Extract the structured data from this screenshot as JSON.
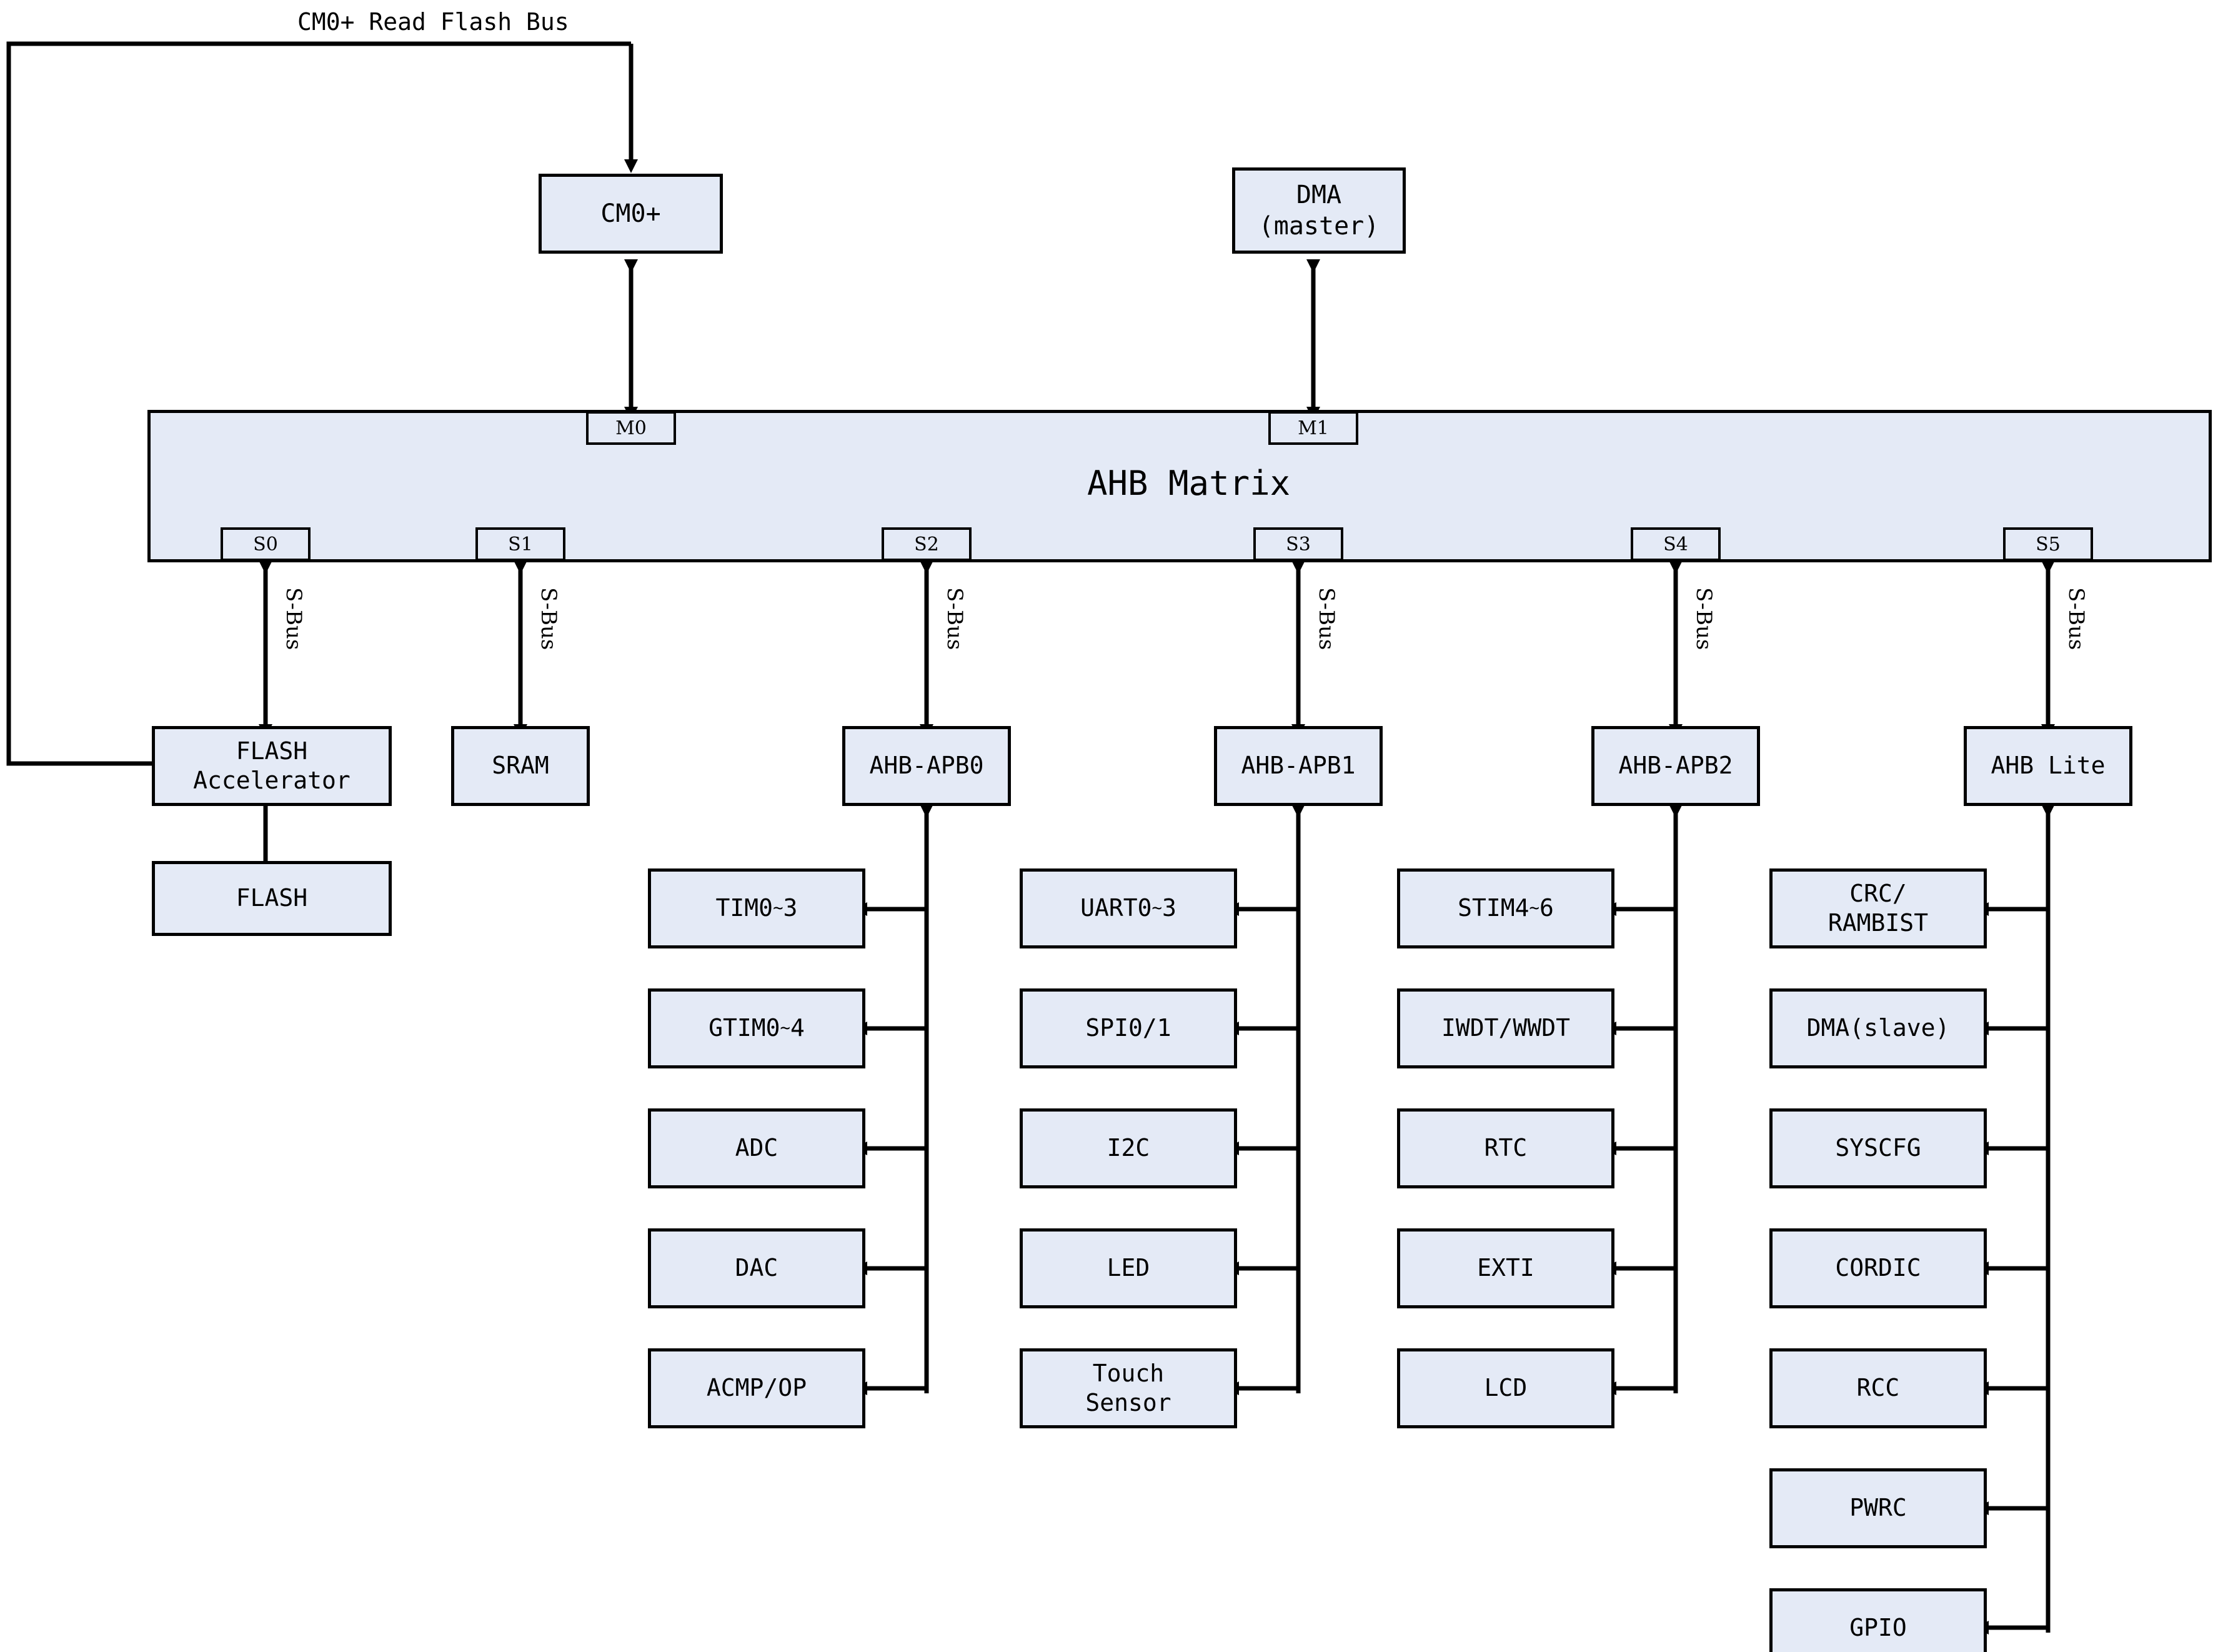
{
  "diagram": {
    "title_label": "CM0+ Read Flash Bus",
    "matrix": {
      "label": "AHB Matrix"
    },
    "colors": {
      "block_fill": "#e4eaf6",
      "block_stroke": "#000000",
      "page_background": "#ffffff"
    },
    "masters": [
      {
        "name": "cm0",
        "label": "CM0+",
        "port": "M0"
      },
      {
        "name": "dma",
        "label": "DMA\n(master)",
        "port": "M1"
      }
    ],
    "matrix_master_ports": [
      "M0",
      "M1"
    ],
    "matrix_slave_ports": [
      "S0",
      "S1",
      "S2",
      "S3",
      "S4",
      "S5"
    ],
    "bus_label": "S-Bus",
    "slaves": [
      {
        "port": "S0",
        "label": "FLASH\nAccelerator"
      },
      {
        "port": "S1",
        "label": "SRAM"
      },
      {
        "port": "S2",
        "label": "AHB-APB0"
      },
      {
        "port": "S3",
        "label": "AHB-APB1"
      },
      {
        "port": "S4",
        "label": "AHB-APB2"
      },
      {
        "port": "S5",
        "label": "AHB Lite"
      }
    ],
    "flash_memory": {
      "label": "FLASH"
    },
    "peripherals": {
      "apb0": [
        {
          "label": "TIM0",
          "sup": "~",
          "tail": "3"
        },
        {
          "label": "GTIM0",
          "sup": "~",
          "tail": "4"
        },
        {
          "label": "ADC",
          "sup": "",
          "tail": ""
        },
        {
          "label": "DAC",
          "sup": "",
          "tail": ""
        },
        {
          "label": "ACMP/OP",
          "sup": "",
          "tail": ""
        }
      ],
      "apb1": [
        {
          "label": "UART0",
          "sup": "~",
          "tail": "3"
        },
        {
          "label": "SPI0/1",
          "sup": "",
          "tail": ""
        },
        {
          "label": "I2C",
          "sup": "",
          "tail": ""
        },
        {
          "label": "LED",
          "sup": "",
          "tail": ""
        },
        {
          "label": "Touch\nSensor",
          "sup": "",
          "tail": ""
        }
      ],
      "apb2": [
        {
          "label": "STIM4",
          "sup": "~",
          "tail": "6"
        },
        {
          "label": "IWDT/WWDT",
          "sup": "",
          "tail": ""
        },
        {
          "label": "RTC",
          "sup": "",
          "tail": ""
        },
        {
          "label": "EXTI",
          "sup": "",
          "tail": ""
        },
        {
          "label": "LCD",
          "sup": "",
          "tail": ""
        }
      ],
      "ahblite": [
        {
          "label": "CRC/\nRAMBIST",
          "sup": "",
          "tail": ""
        },
        {
          "label": "DMA(slave)",
          "sup": "",
          "tail": ""
        },
        {
          "label": "SYSCFG",
          "sup": "",
          "tail": ""
        },
        {
          "label": "CORDIC",
          "sup": "",
          "tail": ""
        },
        {
          "label": "RCC",
          "sup": "",
          "tail": ""
        },
        {
          "label": "PWRC",
          "sup": "",
          "tail": ""
        },
        {
          "label": "GPIO",
          "sup": "",
          "tail": ""
        }
      ]
    }
  }
}
